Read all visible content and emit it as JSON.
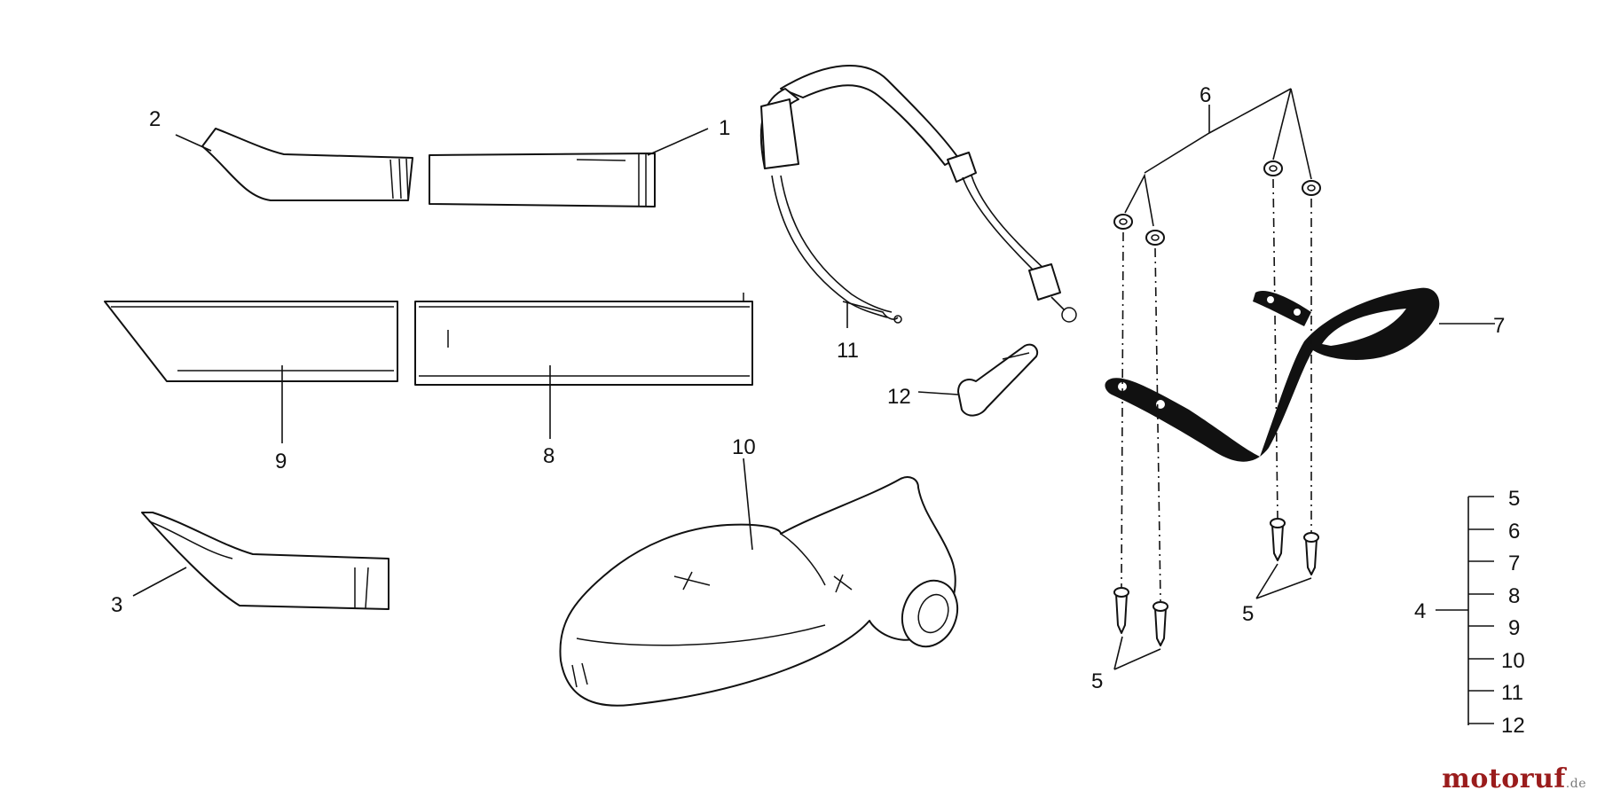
{
  "callouts": {
    "c1": "1",
    "c2": "2",
    "c3": "3",
    "c4": "4",
    "c5a": "5",
    "c5b": "5",
    "c6": "6",
    "c7": "7",
    "c8": "8",
    "c9": "9",
    "c10": "10",
    "c11": "11",
    "c12": "12"
  },
  "kit_list": [
    "5",
    "6",
    "7",
    "8",
    "9",
    "10",
    "11",
    "12"
  ],
  "watermark": {
    "brand_left": "motoruf",
    "brand_tld": ".de",
    "color": "#9a1c1c"
  },
  "icons": {
    "part_1": "tube-icon",
    "part_2": "curved-nozzle-icon",
    "part_3": "concentrator-nozzle-icon",
    "part_6": "nut-icon",
    "part_7": "handle-bar-icon",
    "part_8": "straight-tube-icon",
    "part_9": "angled-tube-icon",
    "part_10": "shroud-icon",
    "part_11": "shoulder-strap-icon",
    "part_12": "clip-icon"
  }
}
